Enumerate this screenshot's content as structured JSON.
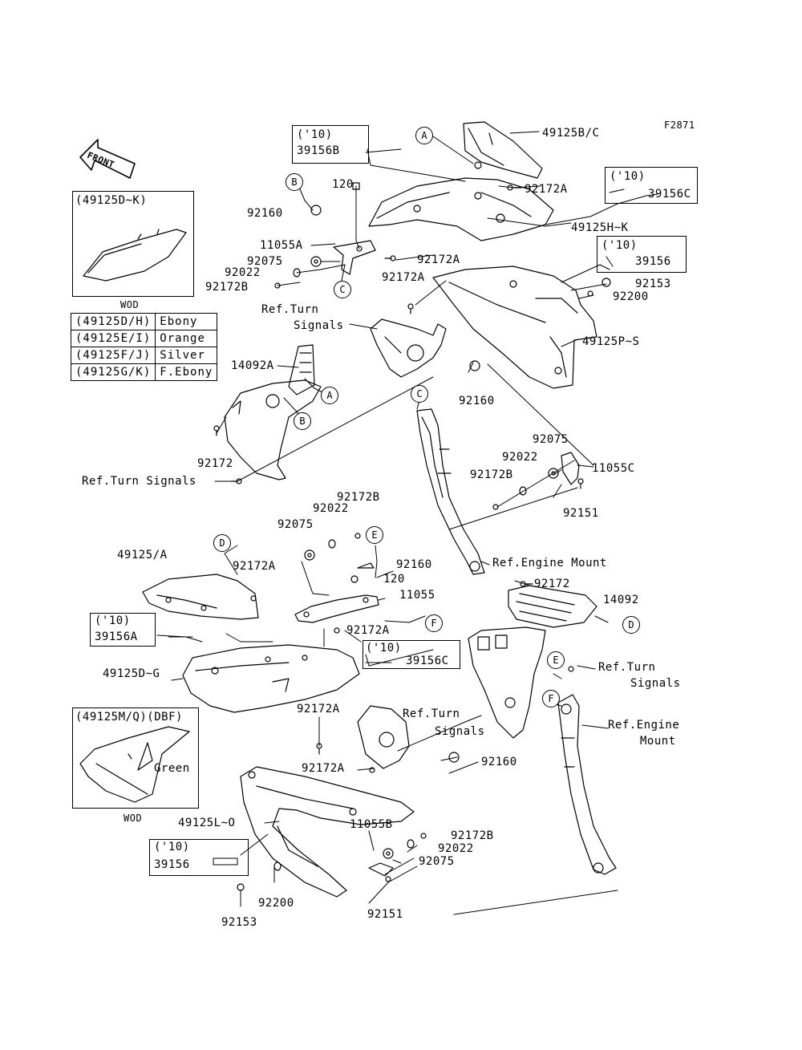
{
  "figure_code": "F2871",
  "front_label": "FRONT",
  "wod": "WOD",
  "inset_top": "(49125D~K)",
  "inset_bottom": "(49125M/Q)(DBF)",
  "green": "Green",
  "color_table": [
    {
      "part": "(49125D/H)",
      "color": "Ebony"
    },
    {
      "part": "(49125E/I)",
      "color": "Orange"
    },
    {
      "part": "(49125F/J)",
      "color": "Silver"
    },
    {
      "part": "(49125G/K)",
      "color": "F.Ebony"
    }
  ],
  "year": "('10)",
  "circles": [
    "A",
    "A",
    "B",
    "B",
    "C",
    "C",
    "D",
    "D",
    "E",
    "E",
    "F",
    "F"
  ],
  "parts": {
    "p49125BC": "49125B/C",
    "p92172A_1": "92172A",
    "p39156C_1": "39156C",
    "p49125HK": "49125H~K",
    "p39156B": "39156B",
    "p120_1": "120",
    "p92160_1": "92160",
    "p11055A": "11055A",
    "p92075_1": "92075",
    "p92022_1": "92022",
    "p92172B_1": "92172B",
    "p92172A_2": "92172A",
    "p92172A_3": "92172A",
    "p39156_1": "39156",
    "p92153_1": "92153",
    "p92200_1": "92200",
    "p49125PS": "49125P~S",
    "ref_turn_1": "Ref.Turn",
    "signals_1": "Signals",
    "p14092A": "14092A",
    "p92160_2": "92160",
    "p92172_1": "92172",
    "ref_turn_signals": "Ref.Turn Signals",
    "p92075_2": "92075",
    "p92022_2": "92022",
    "p92172B_2": "92172B",
    "p11055C": "11055C",
    "p92151_1": "92151",
    "p92172B_3": "92172B",
    "p92022_3": "92022",
    "p92075_3": "92075",
    "p49125A": "49125/A",
    "p92172A_4": "92172A",
    "p92160_3": "92160",
    "p120_2": "120",
    "p11055": "11055",
    "ref_engine_1": "Ref.Engine Mount",
    "p92172_2": "92172",
    "p14092": "14092",
    "p39156A": "39156A",
    "p92172A_5": "92172A",
    "p39156C_2": "39156C",
    "p49125DG": "49125D~G",
    "ref_turn_2": "Ref.Turn",
    "signals_2": "Signals",
    "ref_turn_3": "Ref.Turn",
    "signals_3": "Signals",
    "ref_engine_2": "Ref.Engine",
    "mount_2": "Mount",
    "p92172A_6": "92172A",
    "p92172A_7": "92172A",
    "p92160_4": "92160",
    "p49125LO": "49125L~O",
    "p11055B": "11055B",
    "p92172B_4": "92172B",
    "p92022_4": "92022",
    "p92075_4": "92075",
    "p39156_2": "39156",
    "p92200_2": "92200",
    "p92153_2": "92153",
    "p92151_2": "92151"
  }
}
